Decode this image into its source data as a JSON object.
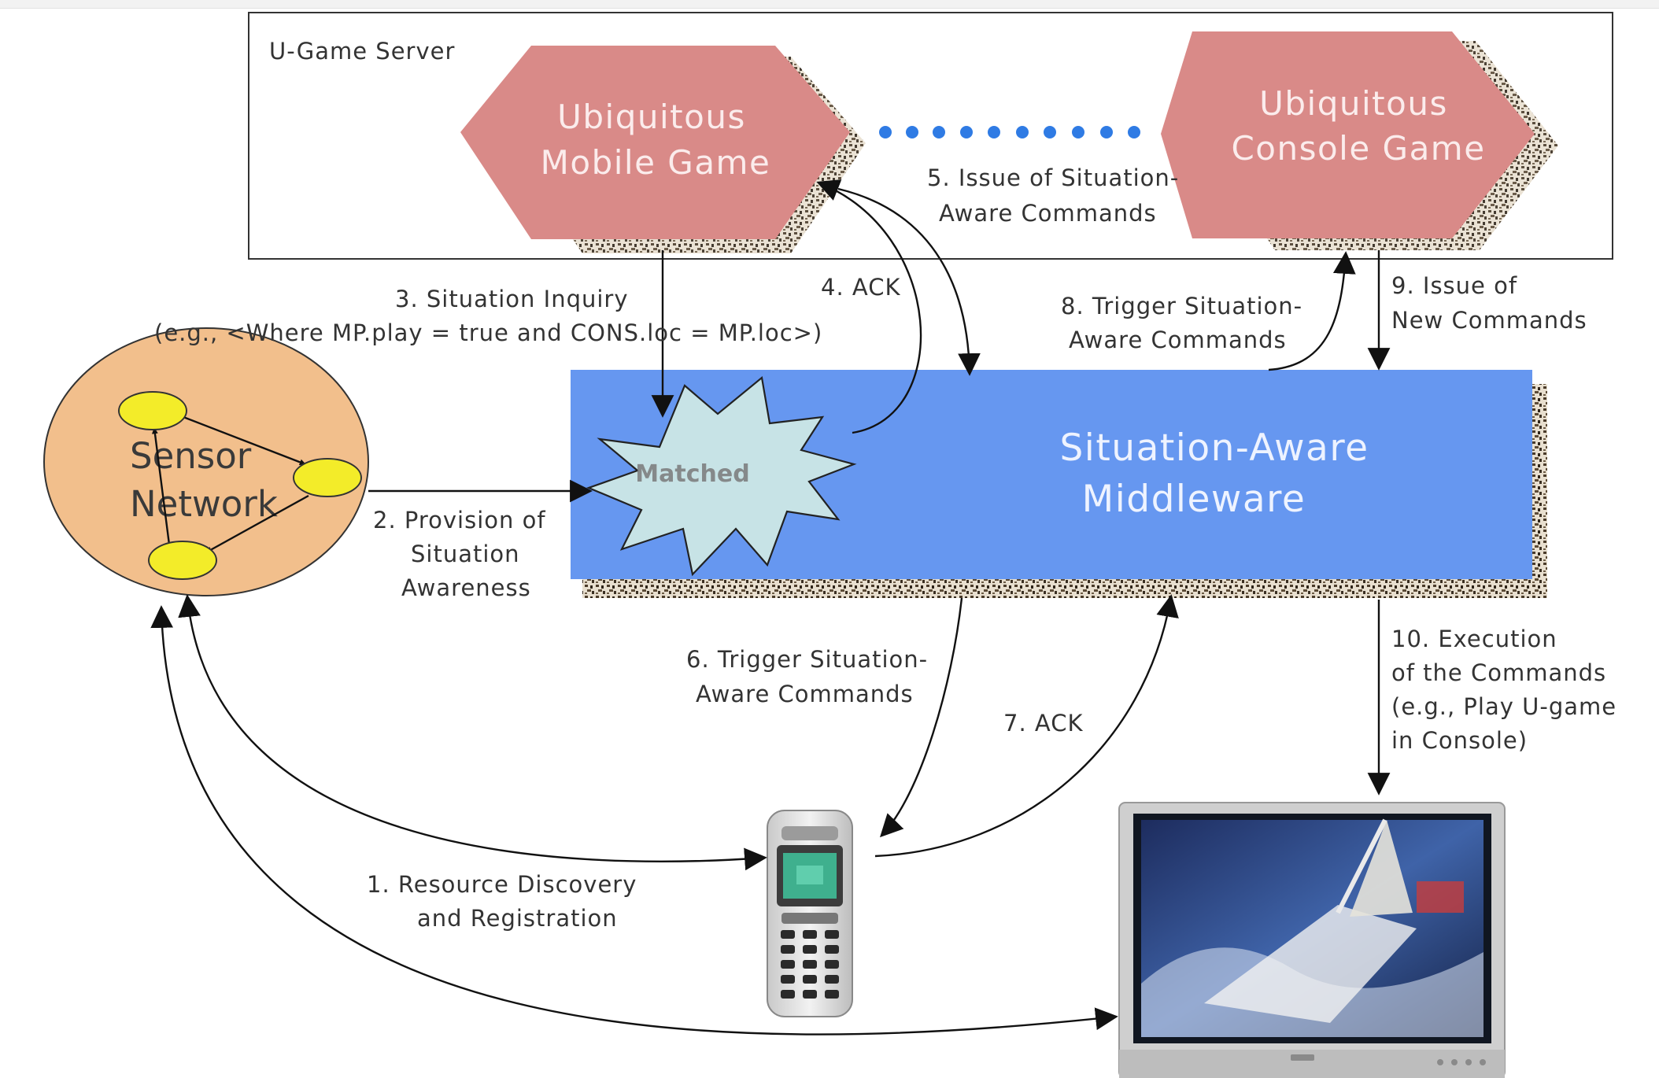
{
  "server": {
    "title": "U-Game Server",
    "mobile_game": [
      "Ubiquitous",
      "Mobile Game"
    ],
    "console_game": [
      "Ubiquitous",
      "Console Game"
    ]
  },
  "middleware": {
    "title": [
      "Situation-Aware",
      "Middleware"
    ],
    "burst_text": "Matched"
  },
  "sensor_network": {
    "title": [
      "Sensor",
      "Network"
    ]
  },
  "steps": {
    "s1": [
      "1. Resource  Discovery",
      "and Registration"
    ],
    "s2": [
      "2. Provision of",
      "Situation",
      "Awareness"
    ],
    "s3": [
      "3. Situation Inquiry",
      "(e.g., <Where MP.play = true and CONS.loc = MP.loc>)"
    ],
    "s4": [
      "4. ACK"
    ],
    "s5": [
      "5. Issue of Situation-",
      "Aware Commands"
    ],
    "s6": [
      "6. Trigger Situation-",
      "Aware Commands"
    ],
    "s7": [
      "7. ACK"
    ],
    "s8": [
      "8. Trigger Situation-",
      "Aware Commands"
    ],
    "s9": [
      "9. Issue of",
      "New Commands"
    ],
    "s10": [
      "10. Execution",
      "of the Commands",
      "(e.g., Play U-game",
      "in Console)"
    ]
  },
  "colors": {
    "hexagon": "#d98a88",
    "middleware": "#6697f0",
    "burst": "#c7e3e6",
    "sensor_ellipse": "#f2bf8c",
    "sensor_node": "#f3ec29",
    "dots": "#2f7be4"
  },
  "icons": [
    "mobile-phone-icon",
    "console-tv-icon"
  ]
}
